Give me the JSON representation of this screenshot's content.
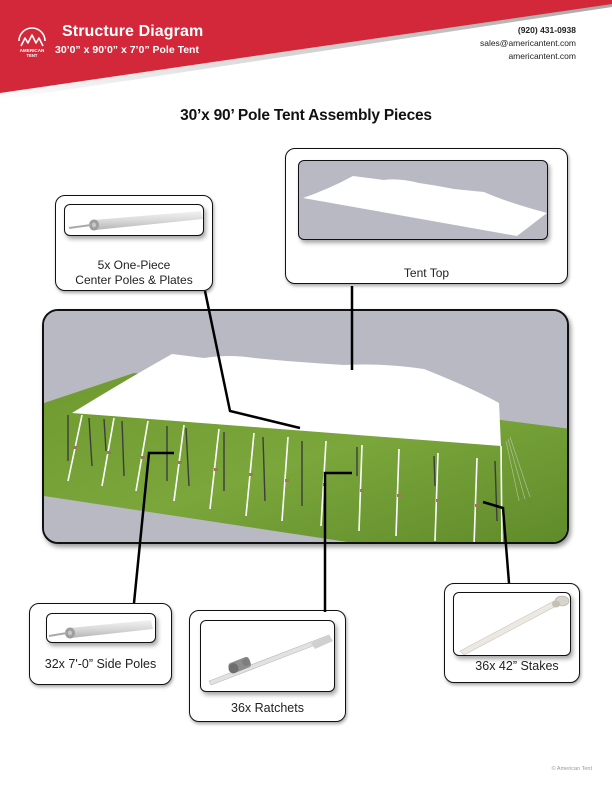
{
  "header": {
    "title": "Structure Diagram",
    "subtitle": "30’0” x 90’0” x 7’0” Pole Tent",
    "logo_text_line1": "AMERICAN",
    "logo_text_line2": "TENT",
    "band_color": "#d2283a"
  },
  "contact": {
    "phone": "(920) 431-0938",
    "email": "sales@americantent.com",
    "website": "americantent.com"
  },
  "page_heading": "30’x 90’ Pole Tent Assembly Pieces",
  "callouts": {
    "center_poles": {
      "line1": "5x One-Piece",
      "line2": "Center Poles & Plates",
      "quantity": 5
    },
    "tent_top": {
      "label": "Tent Top"
    },
    "side_poles": {
      "label": "32x 7'-0” Side Poles",
      "quantity": 32
    },
    "ratchets": {
      "label": "36x Ratchets",
      "quantity": 36
    },
    "stakes": {
      "label": "36x 42” Stakes",
      "quantity": 36
    }
  },
  "scene": {
    "sky_color": "#b8b9c3",
    "grass_color": "#6f9a35",
    "canopy_color": "#ffffff"
  },
  "footer": {
    "copyright": "© American Tent"
  }
}
